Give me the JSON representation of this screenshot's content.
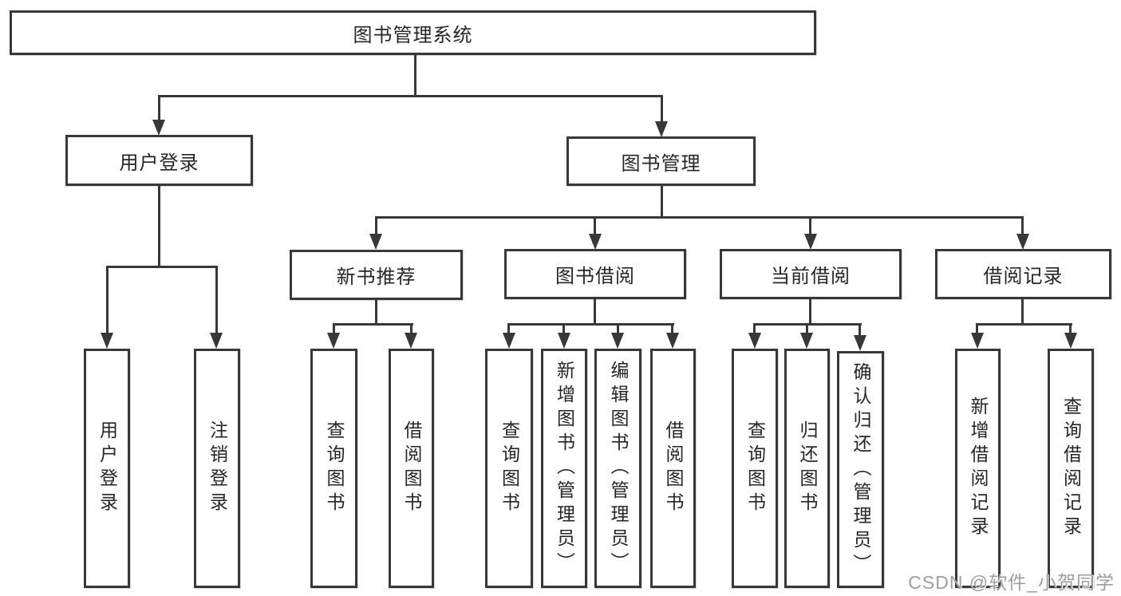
{
  "diagram": {
    "root": {
      "label": "图书管理系统"
    },
    "level2": [
      {
        "id": "user-login",
        "label": "用户登录"
      },
      {
        "id": "book-management",
        "label": "图书管理"
      }
    ],
    "level3": [
      {
        "id": "new-book-recommendation",
        "label": "新书推荐"
      },
      {
        "id": "book-borrowing",
        "label": "图书借阅"
      },
      {
        "id": "current-borrowing",
        "label": "当前借阅"
      },
      {
        "id": "borrowing-records",
        "label": "借阅记录"
      }
    ],
    "leaves": [
      {
        "parent": "用户登录",
        "label": "用户登录"
      },
      {
        "parent": "用户登录",
        "label": "注销登录"
      },
      {
        "parent": "新书推荐",
        "label": "查询图书"
      },
      {
        "parent": "新书推荐",
        "label": "借阅图书"
      },
      {
        "parent": "图书借阅",
        "label": "查询图书"
      },
      {
        "parent": "图书借阅",
        "label": "新增图书（管理员）"
      },
      {
        "parent": "图书借阅",
        "label": "编辑图书（管理员）"
      },
      {
        "parent": "图书借阅",
        "label": "借阅图书"
      },
      {
        "parent": "当前借阅",
        "label": "查询图书"
      },
      {
        "parent": "当前借阅",
        "label": "归还图书"
      },
      {
        "parent": "当前借阅",
        "label": "确认归还（管理员）"
      },
      {
        "parent": "借阅记录",
        "label": "新增借阅记录"
      },
      {
        "parent": "借阅记录",
        "label": "查询借阅记录"
      }
    ]
  },
  "watermark": {
    "text": "CSDN @软件_小贺同学"
  },
  "colors": {
    "line": "#383838",
    "text": "#262626",
    "watermark": "#9e9e9e",
    "background": "#ffffff"
  }
}
